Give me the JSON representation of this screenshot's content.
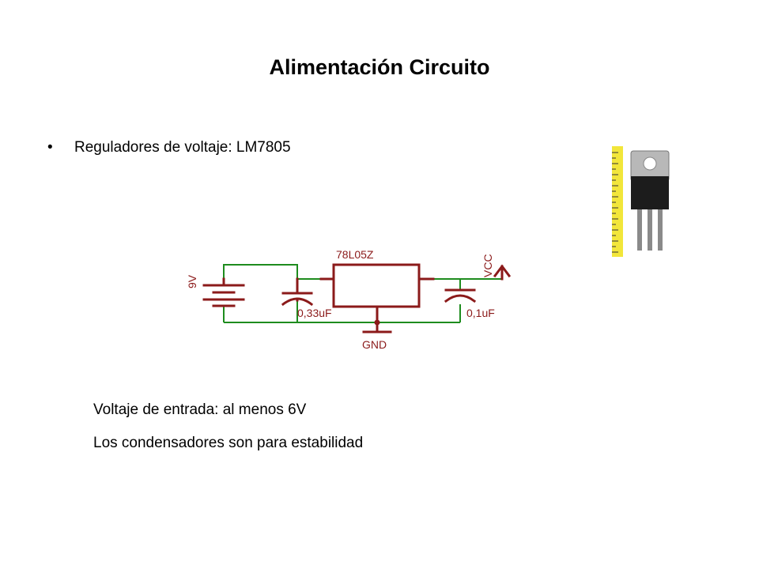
{
  "slide": {
    "title": "Alimentación Circuito",
    "bullet_marker": "•",
    "bullet_text": "Reguladores de voltaje: LM7805",
    "notes": [
      "Voltaje de entrada: al menos 6V",
      "Los condensadores son para estabilidad"
    ]
  },
  "schematic": {
    "battery_label": "9V",
    "regulator_label": "78L05Z",
    "cap_in_label": "0,33uF",
    "cap_out_label": "0,1uF",
    "gnd_label": "GND",
    "vcc_label": "VCC",
    "colors": {
      "component": "#8b1a1a",
      "wire": "#1e8c1e"
    }
  }
}
